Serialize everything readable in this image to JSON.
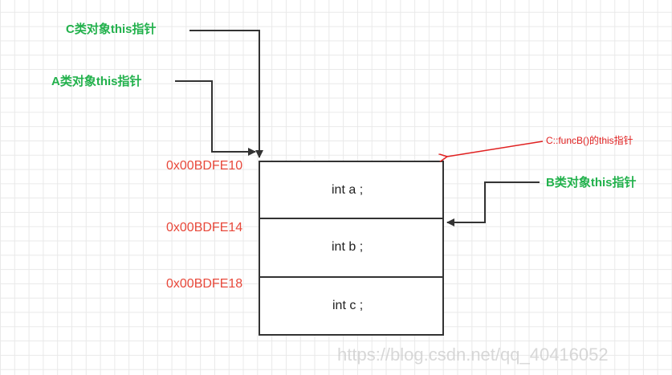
{
  "labels": {
    "c_this": "C类对象this指针",
    "a_this": "A类对象this指针",
    "b_this": "B类对象this指针",
    "funcB_this": "C::funcB()的this指针"
  },
  "memory": {
    "cells": [
      {
        "address": "0x00BDFE10",
        "content": "int a ;"
      },
      {
        "address": "0x00BDFE14",
        "content": "int b ;"
      },
      {
        "address": "0x00BDFE18",
        "content": "int c ;"
      }
    ]
  },
  "watermark": "https://blog.csdn.net/qq_40416052",
  "colors": {
    "label_green": "#22b14c",
    "address_red": "#e8483a",
    "annotation_red": "#e02020",
    "arrow_dark": "#333333"
  }
}
